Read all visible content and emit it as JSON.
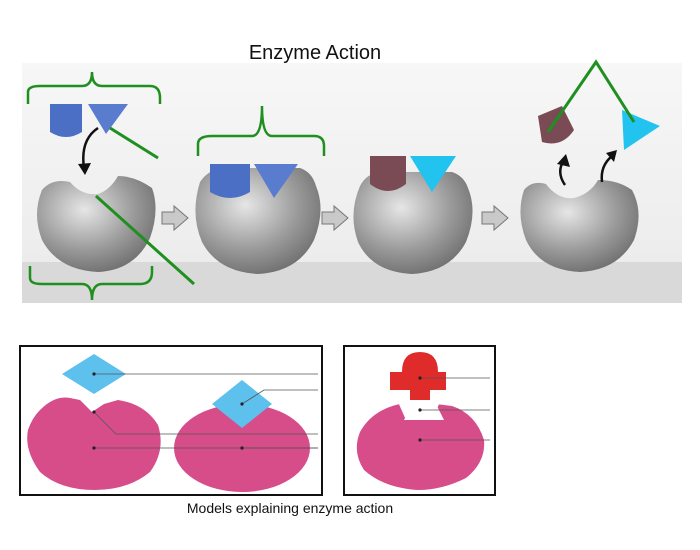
{
  "title": "Enzyme Action",
  "caption": "Models explaining enzyme action",
  "colors": {
    "enzyme_gray": "#8a8a8a",
    "substrate_blue": "#4a6fc4",
    "substrate_triangle": "#5a7ccf",
    "product_maroon": "#7a4a55",
    "product_cyan": "#22c3ee",
    "label_green": "#1f8f1f",
    "enzyme_pink": "#d64d8a",
    "substrate_lightblue": "#5ec0ec",
    "substrate_red": "#e02b2b"
  },
  "steps": [
    "substrates-approach",
    "enzyme-substrate-complex",
    "substrates-converted",
    "products-released"
  ],
  "models": [
    "lock-and-key",
    "induced-fit",
    "model-3"
  ]
}
